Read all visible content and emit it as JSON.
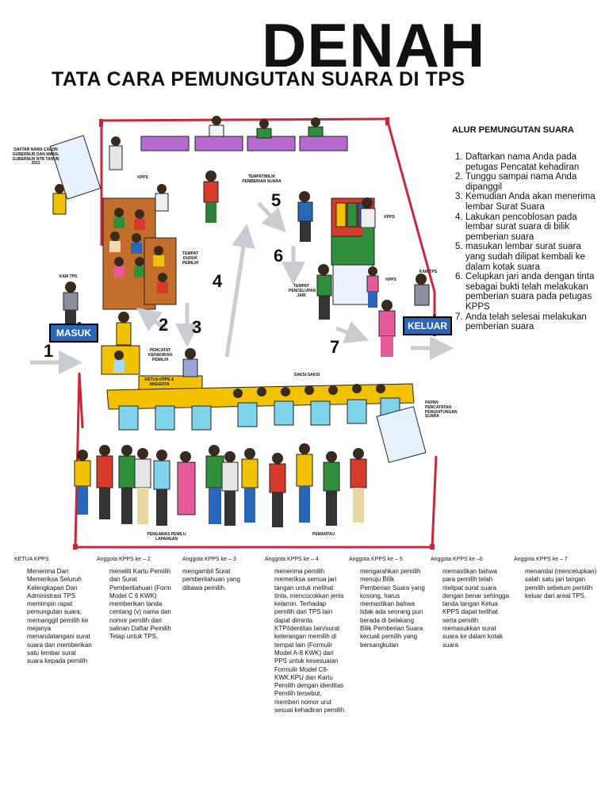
{
  "title": "DENAH",
  "subtitle": "TATA CARA PEMUNGUTAN SUARA DI TPS",
  "diagram": {
    "labels": {
      "daftar_nama": "DAFTAR NAMA CALON GUBERNUR DAN WAKIL GUBERNUR NTB TAHUN 2013",
      "kpps_top": "KPPS",
      "tempat_duduk": "TEMPAT DUDUK PEMILIH",
      "kam_tps_left": "KAM TPS",
      "tempat_bilik": "TEMPAT/BILIK PEMBERIAN SUARA",
      "kpps_box": "KPPS",
      "kpps_right": "KPPS",
      "tempat_pencelupan": "TEMPAT PENCELUPAN JARI",
      "kam_tps_right": "KAM TPS",
      "pencatat": "PENCATAT KEHADIRAN PEMILIH",
      "ketua_kpps": "KETUA KPPS & ANGGOTA",
      "saksi": "SAKSI-SAKSI",
      "papan": "PAPAN PENCATATAN PENGHITUNGAN SUARA",
      "pengawas": "PENGAWAS PEMILU LAPANGAN",
      "pemantau": "PEMANTAU"
    },
    "signs": {
      "masuk": "MASUK",
      "keluar": "KELUAR"
    },
    "steps": [
      "1",
      "2",
      "3",
      "4",
      "5",
      "6",
      "7"
    ],
    "colors": {
      "frame": "#c8293a",
      "arrow": "#c9ccd3",
      "sign": "#2a66b8"
    }
  },
  "alur": {
    "title": "ALUR PEMUNGUTAN SUARA",
    "items": [
      {
        "n": "1.",
        "text": "Daftarkan nama Anda pada petugas Pencatat kehadiran"
      },
      {
        "n": "2.",
        "text": "Tunggu sampai nama Anda dipanggil"
      },
      {
        "n": "3.",
        "text": "Kemudian Anda akan menerima lembar Surat Suara"
      },
      {
        "n": "4.",
        "text": "Lakukan pencoblosan pada lembar surat suara di bilik pemberian suara"
      },
      {
        "n": "5.",
        "text": "masukan lembar surat suara yang sudah dilipat kembali ke dalam kotak suara"
      },
      {
        "n": "6.",
        "text": "Celupkan jari anda dengan tinta sebagai bukti telah melakukan pemberian suara pada petugas KPPS"
      },
      {
        "n": "7.",
        "text": "Anda telah selesai melakukan pemberian suara"
      }
    ]
  },
  "roles": [
    {
      "header": "KETUA KPPS",
      "body": "Menerima Dan Memeriksa Seluruh Kelengkapan Dan Administrasi TPS memimpin rapat pemungutan suara; memanggil pemilih ke mejanya menandatangani surat suara dan memberikan satu lembar surat suara kepada pemilih"
    },
    {
      "header": "Anggota KPPS ke – 2",
      "body": "meneliti Kartu Pemilih dan Surat Pemberitahuan (Form Model C 6 KWK) memberikan tanda centang (v) nama dan nomor pemilih dari salinan Daftar Pemilih Tetap untuk TPS."
    },
    {
      "header": "Anggota KPPS ke – 3",
      "body": "mengambil Surat pemberitahuan yang dibawa pemilih."
    },
    {
      "header": "Anggota KPPS ke – 4",
      "body": "menerima pemilih memeriksa semua jari tangan untuk melihat tinta, mencocokkan jenis kelamin. Terhadap pemilih dari TPS lain dapat diminta KTP/identitas lain/surat keterangan memilih di tempat lain (Formulir Model A-8 KWK) dari PPS untuk kesesuaian Formulir Model C6-KWK.KPU dan Kartu Pemilih dengan identitas Pemilih tersebut, memberi nomor urut sesuai kehadiran pemilih."
    },
    {
      "header": "Anggota KPPS ke – 5",
      "body": "mengarahkan pemilih menuju Bilik Pemberian Suara yang kosong, harus memastikan bahwa tidak ada seorang pun berada di belakang Bilik Pemberian Suara kecuali pemilih yang bersangkutan"
    },
    {
      "header": "Anggota KPPS ke –6",
      "body": "memastikan bahwa para pemilih telah melipat surat suara dengan benar sehingga tanda tangan Ketua KPPS dapat terlihat serta pemilih memasukkan surat suara ke dalam kotak suara"
    },
    {
      "header": "Anggota KPPS ke – 7",
      "body": "menandai (mencelupkan) salah satu jari tangan pemilih sebelum pemilih keluar dari areal TPS."
    }
  ]
}
